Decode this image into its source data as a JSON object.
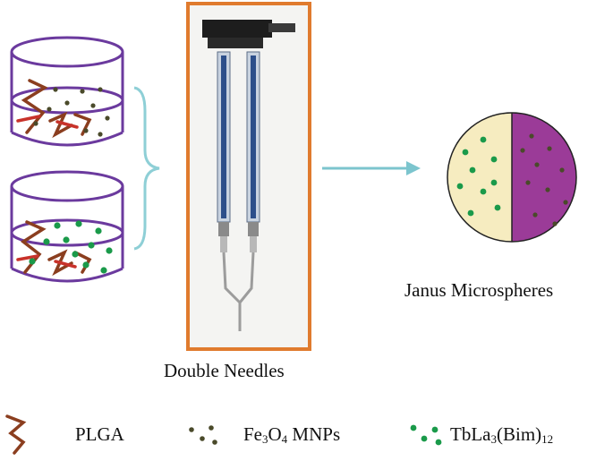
{
  "labels": {
    "janus": "Janus Microspheres",
    "needles": "Double Needles"
  },
  "legend": {
    "plga": "PLGA",
    "fe_parts": [
      "Fe",
      "3",
      "O",
      "4",
      " MNPs"
    ],
    "tb_parts": [
      "TbLa",
      "3",
      "(Bim)",
      "12"
    ]
  },
  "colors": {
    "container": "#6b3a9e",
    "plga": "#8b3e1f",
    "plga_red": "#c8322a",
    "fe_dot": "#4a4a2a",
    "tb_dot": "#1a9a4a",
    "brace": "#8ecfd6",
    "arrow": "#7cc5ce",
    "sphere_left": "#f6ecc0",
    "sphere_right": "#9b3b98",
    "frame": "#e07b2e",
    "needle_tube": "#2d4f8a"
  }
}
